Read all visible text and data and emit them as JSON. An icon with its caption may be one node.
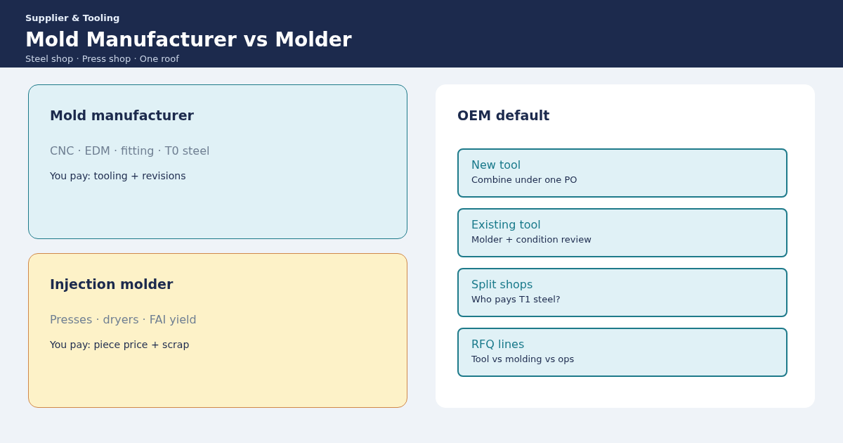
{
  "diagram": {
    "title": "Mold Manufacturer vs Molder",
    "nodes": [
      {
        "text": [
          "Mold manufacturer",
          "CNC · EDM · fitting · T0 steel",
          "You pay: tooling + revisions"
        ]
      },
      {
        "text": [
          "Injection molder",
          "Presses · dryers · FAI yield",
          "You pay: piece price + scrap"
        ]
      },
      {
        "text": [
          "OEM default"
        ]
      },
      {
        "text": [
          "New tool",
          "Combine under one PO"
        ],
        "in": 2
      },
      {
        "text": [
          "Existing tool",
          "Molder + condition review"
        ],
        "in": 2
      },
      {
        "text": [
          "Split shops",
          "Who pays T1 steel?"
        ],
        "in": 2
      },
      {
        "text": [
          "RFQ lines",
          "Tool vs molding vs ops"
        ],
        "in": 2
      }
    ],
    "edges": [],
    "labels": [
      "Supplier & Tooling",
      "Steel shop · Press shop · One roof"
    ]
  }
}
